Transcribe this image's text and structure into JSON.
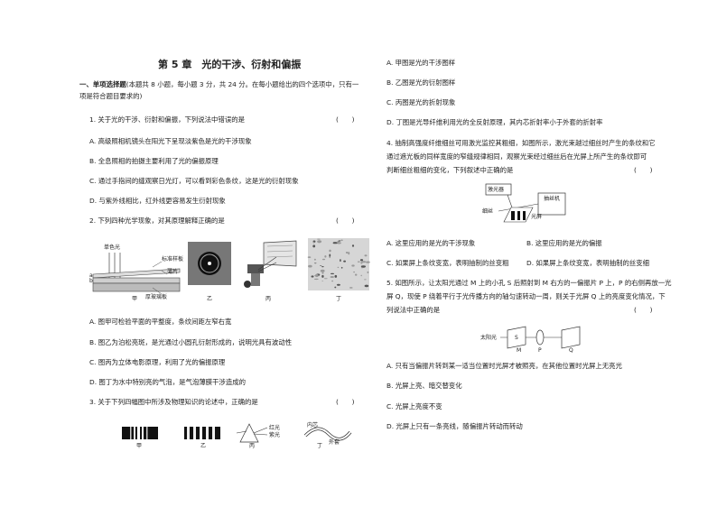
{
  "chapter_title": "第 5 章　光的干涉、衍射和偏振",
  "section": {
    "heading": "一、单项选择题",
    "instr1": "(本题共 8 小题，每小题 3 分，共 24 分。在每小题给出的四个选项中，只有一",
    "instr2": "项是符合题目要求的)"
  },
  "q1": {
    "stem": "1. 关于光的干涉、衍射和偏振，下列说法中错误的是",
    "paren": "(　　)",
    "A": "A. 高级照相机镜头在阳光下呈现淡紫色是光的干涉现象",
    "B": "B. 全息照相的拍摄主要利用了光的偏振原理",
    "C": "C. 通过手指间的缝观察日光灯，可以看到彩色条纹，这是光的衍射现象",
    "D": "D. 与紫外线相比，红外线更容易发生衍射现象"
  },
  "q2": {
    "stem": "2. 下列四种光学现象，对其原理解释正确的是",
    "paren": "(　　)",
    "fig_labels": {
      "light": "单色光",
      "plate": "标准样板",
      "sheet": "薄片",
      "base": "厚玻璃板",
      "a": "a",
      "b": "b",
      "jia": "甲",
      "yi": "乙",
      "bing": "丙",
      "ding": "丁"
    },
    "A": "A. 图甲可检验平面的平整度，条纹间距左窄右宽",
    "B": "B. 图乙为泊松亮斑，是光通过小圆孔衍射形成的，说明光具有波动性",
    "C": "C. 图丙为立体电影原理，利用了光的偏振原理",
    "D": "D. 图丁为水中特别亮的气泡，是气泡薄膜干涉造成的"
  },
  "q3": {
    "stem": "3. 关于下列四幅图中所涉及物理知识的论述中，正确的是",
    "paren": "(　　)",
    "fig_labels": {
      "jia": "甲",
      "yi": "乙",
      "bing": "丙",
      "ding": "丁",
      "red": "红光",
      "violet": "紫光",
      "inner": "内芯",
      "outer": "外套"
    },
    "A": "A. 甲图是光的干涉图样",
    "B": "B. 乙图是光的衍射图样",
    "C": "C. 丙图是光的折射现象",
    "D": "D. 丁图是光导纤维利用光的全反射原理，其内芯折射率小于外套的折射率"
  },
  "q4": {
    "stem1": "4. 抽制高强度纤维细丝可用激光监控其粗细，如图所示，激光束越过细丝时产生的条纹和它",
    "stem2": "通过遮光板的同样宽度的窄缝规律相同，观察光束经过细丝后在光屏上所产生的条纹即可",
    "stem3": "判断细丝粗细的变化，下列叙述中正确的是",
    "paren": "(　　)",
    "fig_labels": {
      "laser": "激光器",
      "screen": "光屏",
      "fiber": "细丝",
      "pull": "抽丝机"
    },
    "A": "A. 这里应用的是光的干涉现象",
    "B": "B. 这里应用的是光的偏振",
    "C": "C. 如果屏上条纹变宽，表明抽制的丝变粗",
    "D": "D. 如果屏上条纹变宽，表明抽制的丝变细"
  },
  "q5": {
    "stem1": "5. 如图所示，让太阳光通过 M 上的小孔 S 后照射到 M 右方的一偏振片 P 上，P 的右侧再放一光",
    "stem2": "屏 Q，现使 P 绕着平行于光传播方向的轴匀速转动一周，则关于光屏 Q 上的亮度变化情况，下",
    "stem3": "列说法中正确的是",
    "paren": "(　　)",
    "fig_labels": {
      "sun": "太阳光",
      "s": "S",
      "m": "M",
      "p": "P",
      "q": "Q"
    },
    "A": "A. 只有当偏振片转到某一适当位置时光屏才被照亮，在其他位置时光屏上无亮光",
    "B": "B. 光屏上亮、暗交替变化",
    "C": "C. 光屏上亮度不变",
    "D": "D. 光屏上只有一条亮线，随偏振片转动而转动"
  }
}
